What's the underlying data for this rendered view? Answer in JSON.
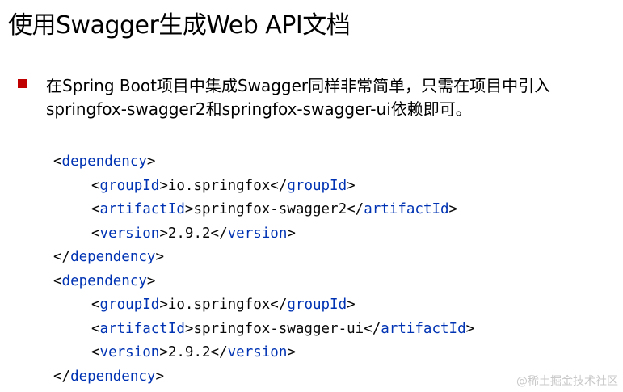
{
  "slide": {
    "title": "使用Swagger生成Web API文档",
    "bullet": {
      "line1": "在Spring Boot项目中集成Swagger同样非常简单，只需在项目中引入",
      "line2": "springfox-swagger2和springfox-swagger-ui依赖即可。"
    }
  },
  "code": {
    "colors": {
      "tag": "#0033b3",
      "text": "#080808",
      "bullet": "#c00000"
    },
    "dep1": {
      "open_tag": "dependency",
      "group_tag": "groupId",
      "group_value": "io.springfox",
      "artifact_tag": "artifactId",
      "artifact_value": "springfox-swagger2",
      "version_tag": "version",
      "version_value": "2.9.2",
      "close_tag": "dependency"
    },
    "dep2": {
      "open_tag": "dependency",
      "group_tag": "groupId",
      "group_value": "io.springfox",
      "artifact_tag": "artifactId",
      "artifact_value": "springfox-swagger-ui",
      "version_tag": "version",
      "version_value": "2.9.2",
      "close_tag": "dependency"
    }
  },
  "watermark": {
    "text": "@稀土掘金技术社区"
  }
}
